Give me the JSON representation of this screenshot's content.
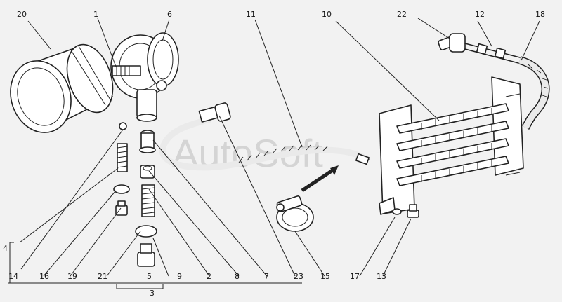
{
  "labels": {
    "l20": "20",
    "l1": "1",
    "l6": "6",
    "l11": "11",
    "l10": "10",
    "l22": "22",
    "l12": "12",
    "l18": "18",
    "l4": "4",
    "l14": "14",
    "l16": "16",
    "l19": "19",
    "l21": "21",
    "l5": "5",
    "l9": "9",
    "l2": "2",
    "l8": "8",
    "l7": "7",
    "l23": "23",
    "l15": "15",
    "l17": "17",
    "l13": "13",
    "l3": "3"
  },
  "watermark": "AutoSoft",
  "colors": {
    "background": "#f2f2f2",
    "ink": "#222222"
  }
}
